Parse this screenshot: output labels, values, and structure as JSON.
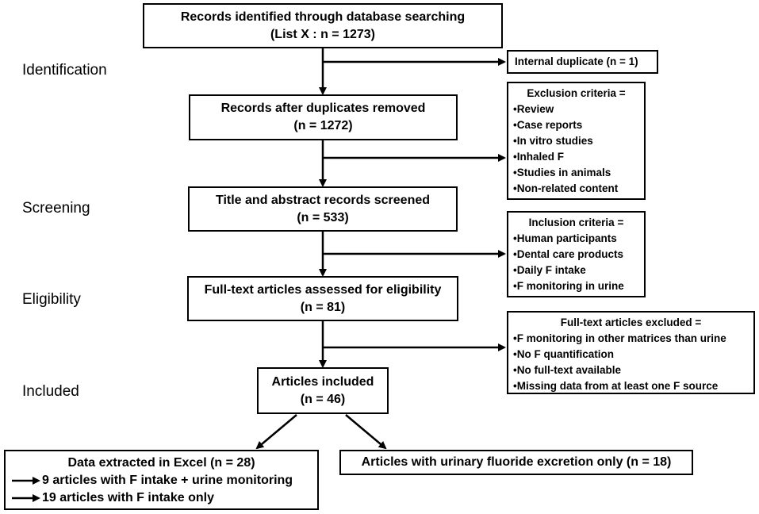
{
  "stages": {
    "identification": "Identification",
    "screening": "Screening",
    "eligibility": "Eligibility",
    "included": "Included"
  },
  "main_boxes": {
    "identified": {
      "line1": "Records identified through database searching",
      "line2": "(List X : n = 1273)"
    },
    "dedup": {
      "line1": "Records after duplicates removed",
      "line2": "(n = 1272)"
    },
    "screened": {
      "line1": "Title and abstract records screened",
      "line2": "(n = 533)"
    },
    "fulltext": {
      "line1": "Full-text articles assessed for eligibility",
      "line2": "(n = 81)"
    },
    "included": {
      "line1": "Articles included",
      "line2": "(n = 46)"
    }
  },
  "side_boxes": {
    "duplicate": "Internal duplicate (n = 1)",
    "exclusion": {
      "title": "Exclusion criteria =",
      "items": [
        "Review",
        "Case reports",
        "In vitro studies",
        "Inhaled F",
        "Studies in animals",
        "Non-related content"
      ]
    },
    "inclusion": {
      "title": "Inclusion criteria =",
      "items": [
        "Human participants",
        "Dental care products",
        "Daily F intake",
        "F monitoring in urine"
      ]
    },
    "excluded": {
      "title": "Full-text articles excluded =",
      "items": [
        "F monitoring in other matrices than urine",
        "No F quantification",
        "No full-text available",
        "Missing data from at least one F source"
      ]
    }
  },
  "bottom": {
    "extracted": {
      "title": "Data extracted in Excel (n = 28)",
      "row1": "9 articles with F intake + urine monitoring",
      "row2": "19 articles with F intake only"
    },
    "urinary": "Articles with urinary fluoride excretion only (n = 18)"
  }
}
